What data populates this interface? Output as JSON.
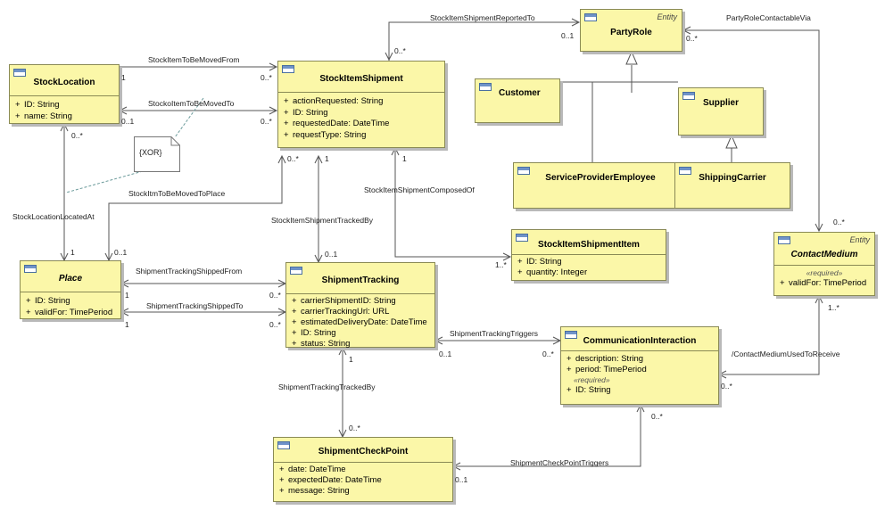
{
  "classes": {
    "stock_location": {
      "name": "StockLocation",
      "attrs": [
        "ID: String",
        "name: String"
      ]
    },
    "stock_item_shipment": {
      "name": "StockItemShipment",
      "attrs": [
        "actionRequested: String",
        "ID: String",
        "requestedDate: DateTime",
        "requestType: String"
      ]
    },
    "party_role": {
      "name": "PartyRole",
      "stereotype": "Entity"
    },
    "customer": {
      "name": "Customer"
    },
    "supplier": {
      "name": "Supplier"
    },
    "service_provider_employee": {
      "name": "ServiceProviderEmployee"
    },
    "shipping_carrier": {
      "name": "ShippingCarrier"
    },
    "place": {
      "name": "Place",
      "attrs": [
        "ID: String",
        "validFor: TimePeriod"
      ]
    },
    "shipment_tracking": {
      "name": "ShipmentTracking",
      "attrs": [
        "carrierShipmentID: String",
        "carrierTrackingUrl: URL",
        "estimatedDeliveryDate: DateTime",
        "ID: String",
        "status: String"
      ]
    },
    "stock_item_shipment_item": {
      "name": "StockItemShipmentItem",
      "attrs": [
        "ID: String",
        "quantity: Integer"
      ]
    },
    "contact_medium": {
      "name": "ContactMedium",
      "stereotype": "Entity",
      "required_label": "«required»",
      "attrs": [
        "validFor: TimePeriod"
      ]
    },
    "communication_interaction": {
      "name": "CommunicationInteraction",
      "attrs": [
        "description: String",
        "period: TimePeriod"
      ],
      "required_label": "«required»",
      "required_attrs": [
        "ID: String"
      ]
    },
    "shipment_check_point": {
      "name": "ShipmentCheckPoint",
      "attrs": [
        "date: DateTime",
        "expectedDate: DateTime",
        "message: String"
      ]
    }
  },
  "visibility_symbol": "+",
  "note_text": "{XOR}",
  "associations": {
    "reported_to": {
      "name": "StockItemShipmentReportedTo",
      "m1": "0..*",
      "m2": "0..1"
    },
    "contactable_via": {
      "name": "PartyRoleContactableVia",
      "m1": "0..*",
      "m2": "0..*"
    },
    "to_be_moved_from": {
      "name": "StockItemToBeMovedFrom",
      "m1": "1",
      "m2": "0..*"
    },
    "to_be_moved_to": {
      "name": "StockoItemToBeMovedTo",
      "m1": "0..1",
      "m2": "0..*"
    },
    "located_at": {
      "name": "StockLocationLocatedAt",
      "m1": "0..*",
      "m2": "1"
    },
    "moved_to_place": {
      "name": "StockItmToBeMovedToPlace",
      "m1": "0..*",
      "m2": "0..1"
    },
    "tracked_by": {
      "name": "StockItemShipmentTrackedBy",
      "m1": "1",
      "m2": "0..1"
    },
    "composed_of": {
      "name": "StockItemShipmentComposedOf",
      "m1": "1",
      "m2": "1..*"
    },
    "shipped_from": {
      "name": "ShipmentTrackingShippedFrom",
      "m1": "1",
      "m2": "0..*"
    },
    "shipped_to": {
      "name": "ShipmentTrackingShippedTo",
      "m1": "1",
      "m2": "0..*"
    },
    "triggers": {
      "name": "ShipmentTrackingTriggers",
      "m1": "0..1",
      "m2": "0..*"
    },
    "used_to_receive": {
      "name": "/ContactMediumUsedToReceive",
      "m1": "1..*",
      "m2": "0..*"
    },
    "tracking_tracked_by": {
      "name": "ShipmentTrackingTrackedBy",
      "m1": "1",
      "m2": "0..*"
    },
    "checkpoint_triggers": {
      "name": "ShipmentCheckPointTriggers",
      "m1": "0..1",
      "m2": "0..*"
    }
  }
}
